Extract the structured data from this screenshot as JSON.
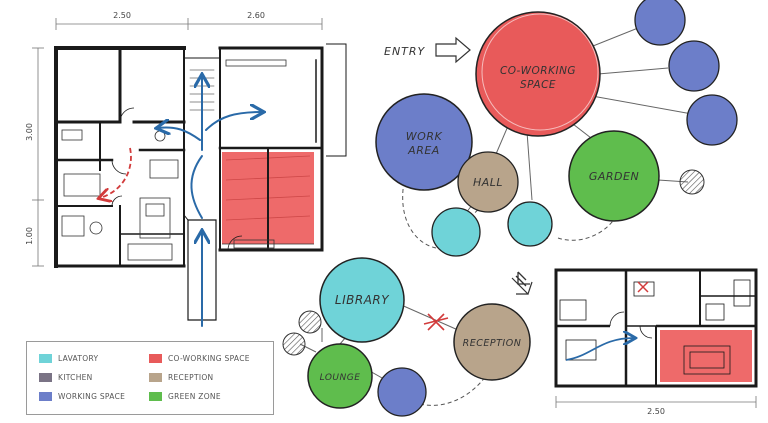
{
  "colors": {
    "lavatory": "#6fd3d8",
    "kitchen": "#7a7385",
    "working_space": "#6c7ec9",
    "coworking_space": "#e85a5a",
    "reception": "#b8a48b",
    "green_zone": "#5fbd4d",
    "plan_red": "#ec5a5a",
    "line": "#1a1a1a",
    "arrow_blue": "#2a6aa8",
    "arrow_red": "#d23b3b"
  },
  "plan": {
    "dim_top_left": "2.50",
    "dim_top_right": "2.60",
    "dim_left_upper": "3.00",
    "dim_left_lower": "1.00"
  },
  "bubbles": {
    "entry": "ENTRY",
    "coworking": [
      "CO-WORKING",
      "SPACE"
    ],
    "work_area": [
      "WORK",
      "AREA"
    ],
    "hall": "HALL",
    "garden": "GARDEN",
    "library": "LIBRARY",
    "reception": "RECEPTION",
    "lounge": "LOUNGE"
  },
  "small_plan": {
    "dim_bottom": "2.50"
  },
  "legend": {
    "lavatory": "LAVATORY",
    "kitchen": "KITCHEN",
    "working_space": "WORKING SPACE",
    "coworking_space": "CO-WORKING SPACE",
    "reception": "RECEPTION",
    "green_zone": "GREEN ZONE"
  }
}
